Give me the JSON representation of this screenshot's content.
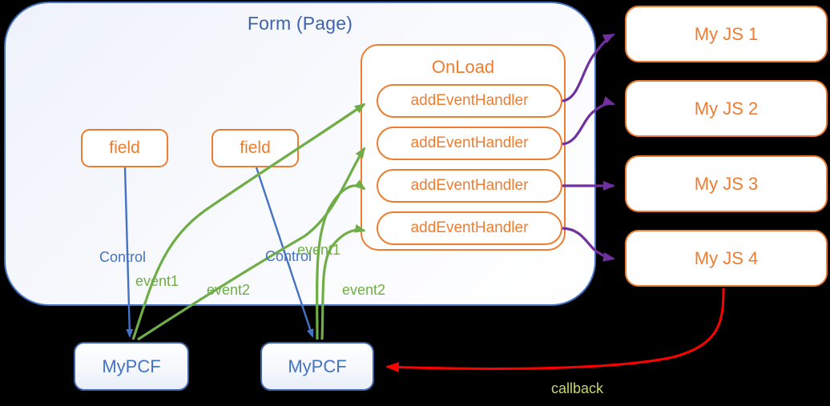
{
  "diagram": {
    "title": "PCF / Form event-handler wiring diagram",
    "background": "#000000"
  },
  "colors": {
    "form_border": "#4472C4",
    "form_title": "#3F63A8",
    "orange": "#ED7D31",
    "blue": "#4472C4",
    "green": "#70AD47",
    "purple": "#7030A0",
    "red": "#FF0000",
    "callback_label": "#C4D66C"
  },
  "form": {
    "title": "Form (Page)",
    "fields": [
      {
        "label": "field"
      },
      {
        "label": "field"
      }
    ],
    "onload": {
      "title": "OnLoad",
      "handlers": [
        {
          "label": "addEventHandler"
        },
        {
          "label": "addEventHandler"
        },
        {
          "label": "addEventHandler"
        },
        {
          "label": "addEventHandler"
        }
      ]
    }
  },
  "js_modules": [
    {
      "label": "My JS 1"
    },
    {
      "label": "My JS 2"
    },
    {
      "label": "My JS 3"
    },
    {
      "label": "My JS 4"
    }
  ],
  "pcf_controls": [
    {
      "label": "MyPCF"
    },
    {
      "label": "MyPCF"
    }
  ],
  "edge_labels": {
    "control_1": "Control",
    "control_2": "Control",
    "event1_a": "event1",
    "event2_a": "event2",
    "event1_b": "event1",
    "event2_b": "event2",
    "callback": "callback"
  }
}
